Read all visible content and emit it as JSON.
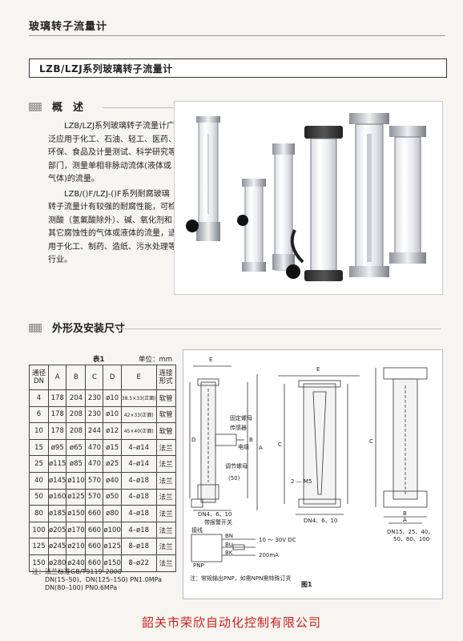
{
  "header": {
    "title": "玻璃转子流量计"
  },
  "product_title": "LZB/LZJ系列玻璃转子流量计",
  "overview": {
    "title": "概　述",
    "p1": "LZB/LZJ系列玻璃转子流量计广泛应用于化工、石油、轻工、医药、环保、食品及计量测试、科学研究等部门，测量单相非脉动流体(液体或气体)的流量。",
    "p2": "LZB/()F/LZJ-()F系列耐腐玻璃转子流量计有较强的耐腐性能，可检测酸（氢氟酸除外）、碱、氧化剂和其它腐蚀性的气体或液体的流量，适用于化工、制药、造纸、污水处理等行业。"
  },
  "dimensions": {
    "title": "外形及安装尺寸"
  },
  "table": {
    "caption": "表1",
    "unit": "单位：mm",
    "headers": [
      "通径DN",
      "A",
      "B",
      "C",
      "D",
      "E",
      "连接形式"
    ],
    "rows": [
      [
        "4",
        "178",
        "204",
        "230",
        "ø10",
        "38.5×33(正面)",
        "软管"
      ],
      [
        "6",
        "178",
        "208",
        "230",
        "ø10",
        "42×33(正面)",
        "软管"
      ],
      [
        "10",
        "178",
        "208",
        "244",
        "ø12",
        "45×40(正面)",
        "软管"
      ],
      [
        "15",
        "ø95",
        "ø65",
        "470",
        "ø15",
        "4–ø14",
        "法兰"
      ],
      [
        "25",
        "ø115",
        "ø85",
        "470",
        "ø25",
        "4–ø14",
        "法兰"
      ],
      [
        "40",
        "ø145",
        "ø110",
        "570",
        "ø40",
        "4–ø18",
        "法兰"
      ],
      [
        "50",
        "ø160",
        "ø125",
        "570",
        "ø50",
        "4–ø18",
        "法兰"
      ],
      [
        "80",
        "ø185",
        "ø150",
        "660",
        "ø80",
        "4–ø18",
        "法兰"
      ],
      [
        "100",
        "ø205",
        "ø170",
        "660",
        "ø100",
        "4–ø18",
        "法兰"
      ],
      [
        "125",
        "ø245",
        "ø210",
        "660",
        "ø125",
        "8–ø18",
        "法兰"
      ],
      [
        "150",
        "ø280",
        "ø240",
        "660",
        "ø150",
        "8–ø22",
        "法兰"
      ]
    ],
    "notes": [
      "注：法兰标准GB/T9119–2000",
      "DN(15–50)、DN(125–150) PN1.0MPa",
      "DN(80–100) PN0.6MPa"
    ]
  },
  "diagram": {
    "labels": {
      "E": "E",
      "B": "B",
      "A": "A",
      "D": "D",
      "C": "C",
      "screw": "固定螺母",
      "sensor": "传感器",
      "cable": "电缆",
      "adjust": "调节螺母",
      "fifty": "(50)",
      "two_m": "2 — M5",
      "dn_small": "DN4、6、10",
      "alarm": "带报警开关",
      "dn_small2": "DN4、6、10",
      "dn_large": "DN15、25、40、",
      "dn_large2": "50、80、100",
      "wire_title": "接线",
      "bn": "BN",
      "bu": "BU",
      "bk": "BK",
      "pnp": "PNP",
      "volt": "10 ～ 30V DC",
      "amp": "200mA",
      "note": "注：常规输出PNP，如需NPN需特殊订货"
    },
    "figure_label": "图1"
  },
  "footer": {
    "company": "韶关市荣欣自动化控制有限公司"
  }
}
